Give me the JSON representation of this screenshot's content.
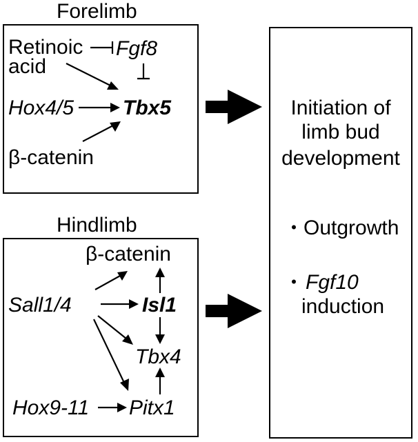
{
  "forelimb": {
    "title": "Forelimb",
    "retinoic": "Retinoic",
    "acid": "acid",
    "fgf8": "Fgf8",
    "hox45": "Hox4/5",
    "tbx5": "Tbx5",
    "bcatenin": "β-catenin"
  },
  "hindlimb": {
    "title": "Hindlimb",
    "bcatenin": "β-catenin",
    "sall14": "Sall1/4",
    "isl1": "Isl1",
    "tbx4": "Tbx4",
    "hox911": "Hox9-11",
    "pitx1": "Pitx1"
  },
  "outcome": {
    "line1": "Initiation of",
    "line2": "limb bud",
    "line3": "development",
    "bullet": "・",
    "outgrowth": "Outgrowth",
    "fgf10": "Fgf10",
    "induction": "induction"
  }
}
